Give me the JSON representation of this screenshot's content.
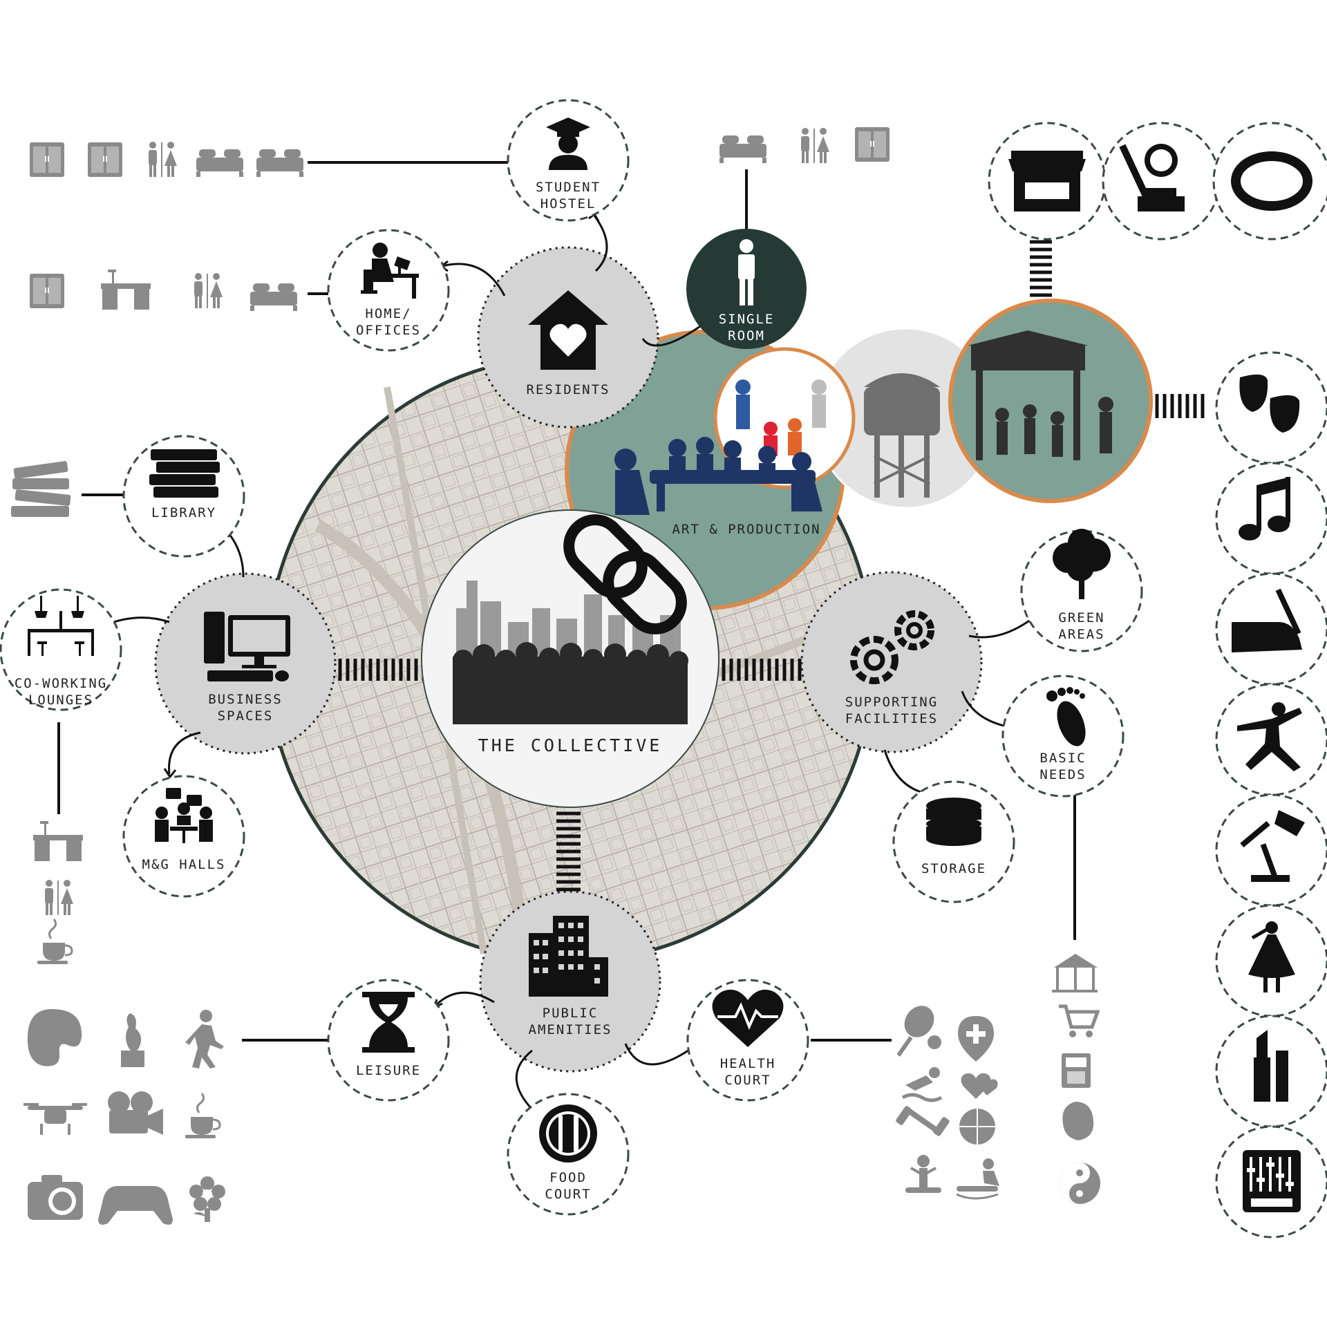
{
  "center": {
    "label": "THE COLLECTIVE"
  },
  "art": {
    "label": "ART & PRODUCTION"
  },
  "hubs": {
    "residents": "RESIDENTS",
    "business": [
      "BUSINESS",
      "SPACES"
    ],
    "supporting": [
      "SUPPORTING",
      "FACILITIES"
    ],
    "public": [
      "PUBLIC",
      "AMENITIES"
    ]
  },
  "nodes": {
    "student_hostel": [
      "STUDENT",
      "HOSTEL"
    ],
    "home_offices": [
      "HOME/",
      "OFFICES"
    ],
    "single_room": [
      "SINGLE",
      "ROOM"
    ],
    "library": [
      "LIBRARY"
    ],
    "coworking": [
      "CO-WORKING",
      "LOUNGES"
    ],
    "mg_halls": [
      "M&G HALLS"
    ],
    "green_areas": [
      "GREEN",
      "AREAS"
    ],
    "basic_needs": [
      "BASIC",
      "NEEDS"
    ],
    "storage": [
      "STORAGE"
    ],
    "leisure": [
      "LEISURE"
    ],
    "food_court": [
      "FOOD",
      "COURT"
    ],
    "health_court": [
      "HEALTH",
      "COURT"
    ]
  },
  "colors": {
    "hub_fill": "#d4d4d4",
    "map_fill": "#dedbd4",
    "ring_dark": "#2d3b35",
    "art_fill": "#7fa196",
    "art_ring": "#d98a4c",
    "single_room_fill": "#253a34",
    "dashed_ring": "#3b4a44",
    "icon_grey": "#8a8a8a"
  },
  "icons": {
    "hostel_row": [
      "wardrobe-icon",
      "wardrobe-icon",
      "restroom-icon",
      "bed-icon",
      "bed-icon"
    ],
    "office_row": [
      "wardrobe-icon",
      "desk-icon",
      "restroom-icon",
      "bed-icon"
    ],
    "single_room_row": [
      "bed-icon",
      "restroom-icon",
      "wardrobe-icon"
    ],
    "market_row": [
      "market-stall-icon",
      "craftsman-icon",
      "bracelet-icon"
    ],
    "arts_column": [
      "theatre-masks-icon",
      "music-note-icon",
      "writing-hand-icon",
      "dancer-icon",
      "desk-lamp-icon",
      "folk-dancer-icon",
      "lipstick-icon",
      "mixer-icon"
    ],
    "coworking_column": [
      "desk-icon",
      "restroom-icon",
      "coffee-icon"
    ],
    "leisure_grid": [
      "palette-icon",
      "sculpture-icon",
      "walking-icon",
      "drone-icon",
      "projector-icon",
      "coffee-icon",
      "camera-icon",
      "gamepad-icon",
      "flower-icon"
    ],
    "health_grid": [
      "racquet-icon",
      "medical-pin-icon",
      "swimmer-icon",
      "hearts-icon",
      "dumbbell-icon",
      "basketball-icon",
      "yoga-icon",
      "massage-icon"
    ],
    "basic_needs_column": [
      "gazebo-icon",
      "cart-icon",
      "atm-icon",
      "salon-icon",
      "yin-yang-icon"
    ]
  }
}
